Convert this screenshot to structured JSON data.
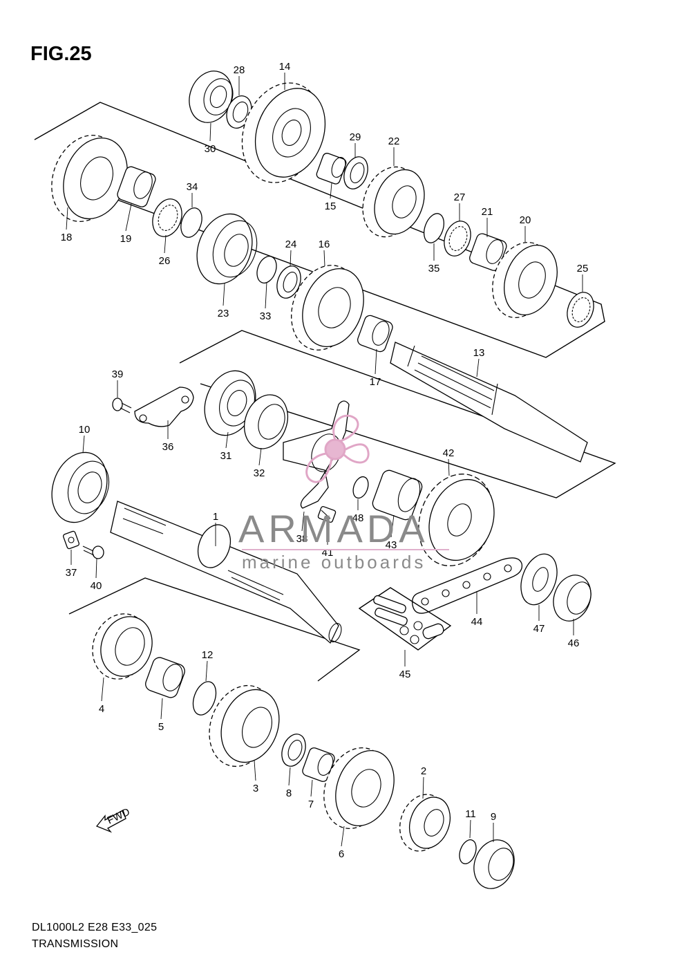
{
  "figure": {
    "title": "FIG.25",
    "model_code": "DL1000L2 E28 E33_025",
    "caption": "TRANSMISSION"
  },
  "watermark": {
    "brand": "ARMADA",
    "tagline": "marine outboards",
    "accent_color": "#e0a6c6"
  },
  "fwd_arrow": {
    "label": "FWD"
  },
  "callouts": [
    "1",
    "2",
    "3",
    "4",
    "5",
    "6",
    "7",
    "8",
    "9",
    "10",
    "11",
    "12",
    "13",
    "14",
    "15",
    "16",
    "17",
    "18",
    "19",
    "20",
    "21",
    "22",
    "23",
    "24",
    "25",
    "26",
    "27",
    "28",
    "29",
    "30",
    "31",
    "32",
    "33",
    "34",
    "35",
    "36",
    "37",
    "38",
    "39",
    "40",
    "41",
    "42",
    "43",
    "44",
    "45",
    "46",
    "47",
    "48"
  ]
}
